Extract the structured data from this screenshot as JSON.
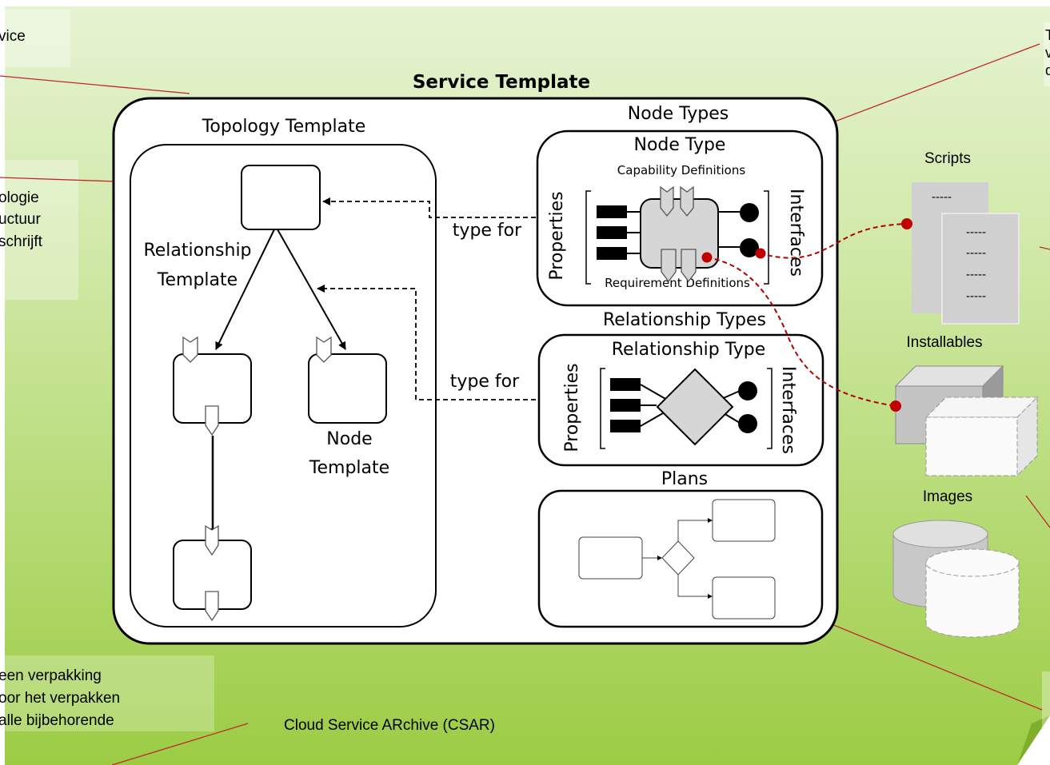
{
  "title": "Service Template",
  "topology": {
    "title": "Topology Template",
    "relationship_template": [
      "Relationship",
      "Template"
    ],
    "node_template": [
      "Node",
      "Template"
    ]
  },
  "node_types": {
    "section_title": "Node Types",
    "box_title": "Node Type",
    "capability": "Capability Definitions",
    "requirement": "Requirement Definitions",
    "properties": "Properties",
    "interfaces": "Interfaces"
  },
  "relationship_types": {
    "section_title": "Relationship Types",
    "box_title": "Relationship Type",
    "properties": "Properties",
    "interfaces": "Interfaces"
  },
  "type_for_1": "type for",
  "type_for_2": "type for",
  "plans": {
    "title": "Plans"
  },
  "artifacts": {
    "scripts": "Scripts",
    "installables": "Installables",
    "images": "Images",
    "script_line": "-----"
  },
  "csar": "Cloud Service ARchive (CSAR)",
  "notes": {
    "top_left": "vice",
    "left_mid": [
      "ologie",
      "uctuur",
      "schrijft"
    ],
    "bottom_left": [
      "een verpakking",
      "oor het verpakken",
      "alle bijbehorende"
    ],
    "top_right": [
      "T",
      "v",
      "d"
    ]
  },
  "colors": {
    "background_top": "#eaf6d8",
    "background_bottom": "#9ccc44",
    "callout_line": "#c0282e",
    "dependency_dot": "#c00000",
    "artifact_gray": "#c8c8c8"
  }
}
